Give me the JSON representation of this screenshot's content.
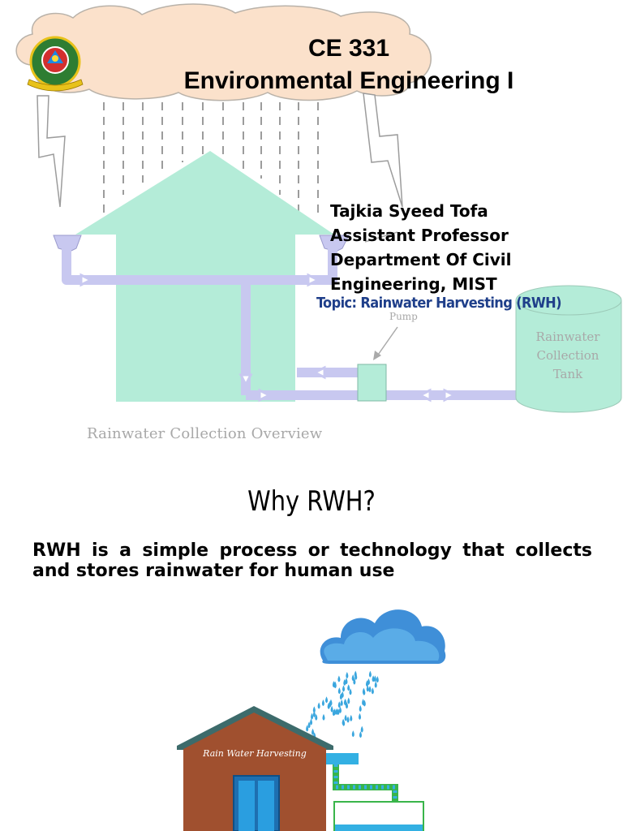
{
  "slide1": {
    "course_code": "CE 331",
    "course_title": "Environmental Engineering I",
    "author_name": "Tajkia Syeed Tofa",
    "author_position": "Assistant Professor",
    "author_dept_line1": "Department Of Civil",
    "author_dept_line2": "Engineering, MIST",
    "topic": "Topic: Rainwater Harvesting (RWH)",
    "diagram_caption": "Rainwater Collection Overview",
    "tank_line1": "Rainwater",
    "tank_line2": "Collection",
    "tank_line3": "Tank",
    "pump_label": "Pump",
    "pipe_label_partial": "e"
  },
  "slide2": {
    "heading": "Why RWH?",
    "definition": "RWH is a simple process or technology that collects and stores rainwater for human use",
    "house_sign": "Rain Water Harvesting"
  },
  "colors": {
    "mint": "#b4ecd8",
    "pipe": "#c8c8f0",
    "cloud_fill": "#fbe1cb",
    "topic_blue": "#1f3f8a",
    "brick": "#a0502f",
    "roof": "#3d6b6b",
    "rain_blue": "#3aa6de"
  }
}
